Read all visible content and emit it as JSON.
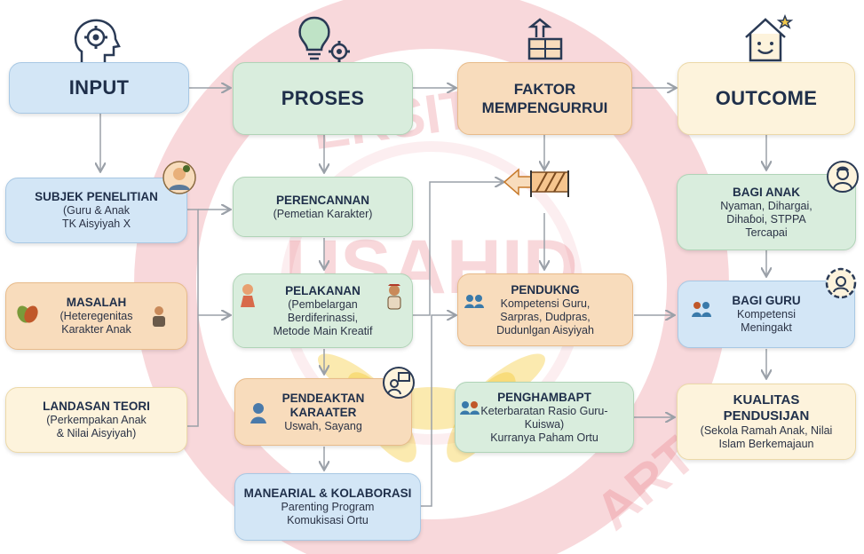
{
  "headers": {
    "input": "INPUT",
    "proses": "PROSES",
    "faktor_line1": "FAKTOR",
    "faktor_line2": "MEMPENGURRUI",
    "outcome": "OUTCOME"
  },
  "input_col": {
    "subjek": {
      "title": "SUBJEK PENELITIAN",
      "line1": "(Guru & Anak",
      "line2": "TK Aisyiyah X"
    },
    "masalah": {
      "title": "MASALAH",
      "line1": "(Heteregenitas",
      "line2": "Karakter Anak"
    },
    "landasan": {
      "title": "LANDASAN TEORI",
      "line1": "(Perkempakan Anak",
      "line2": "& Nilai Aisyiyah)"
    }
  },
  "proses_col": {
    "perencanaan": {
      "title": "PERENCANNAN",
      "line1": "(Pemetian Karakter)"
    },
    "pelaksanaan": {
      "title": "PELAKANAN",
      "line1": "(Pembelargan",
      "line2": "Berdiferinassi,",
      "line3": "Metode Main Kreatif"
    },
    "pendekatan": {
      "title1": "PENDEAKTAN",
      "title2": "KARAATER",
      "line1": "Uswah, Sayang"
    },
    "manajerial": {
      "title": "MANEARIAL & KOLABORASI",
      "line1": "Parenting Program",
      "line2": "Komukisasi Ortu"
    }
  },
  "faktor_col": {
    "pendukung": {
      "title": "PENDUKNG",
      "line1": "Kompetensi Guru,",
      "line2": "Sarpras, Dudpras,",
      "line3": "Dudunlgan Aisyiyah"
    },
    "penghambat": {
      "title": "PENGHAMBAPT",
      "line1": "Keterbaratan Rasio Guru-",
      "line2": "Kuiswa)",
      "line3": "Kurranya Paham Ortu"
    }
  },
  "outcome_col": {
    "anak": {
      "title": "BAGI ANAK",
      "line1": "Nyaman, Dihargai,",
      "line2": "Dihaɓoi, STPPA",
      "line3": "Tercapai"
    },
    "guru": {
      "title": "BAGI GURU",
      "line1": "Kompetensi",
      "line2": "Meningakt"
    },
    "kualitas": {
      "title1": "KUALITAS",
      "title2": "PENDUSIJAN",
      "line1": "(Sekola Ramah Anak, Nilai",
      "line2": "Islam Berkemajaun"
    }
  },
  "watermark": {
    "text1": "ERSITAS",
    "text2": "USAHID",
    "text3": "ART"
  },
  "colors": {
    "blue": "#d3e6f6",
    "green": "#d9eddd",
    "orange": "#f8dcbc",
    "cream": "#fdf3dc",
    "text_dark": "#1f2f4a",
    "arrow": "#9aa0a8",
    "watermark_red": "#d8283a",
    "watermark_gold": "#f3c21b"
  }
}
